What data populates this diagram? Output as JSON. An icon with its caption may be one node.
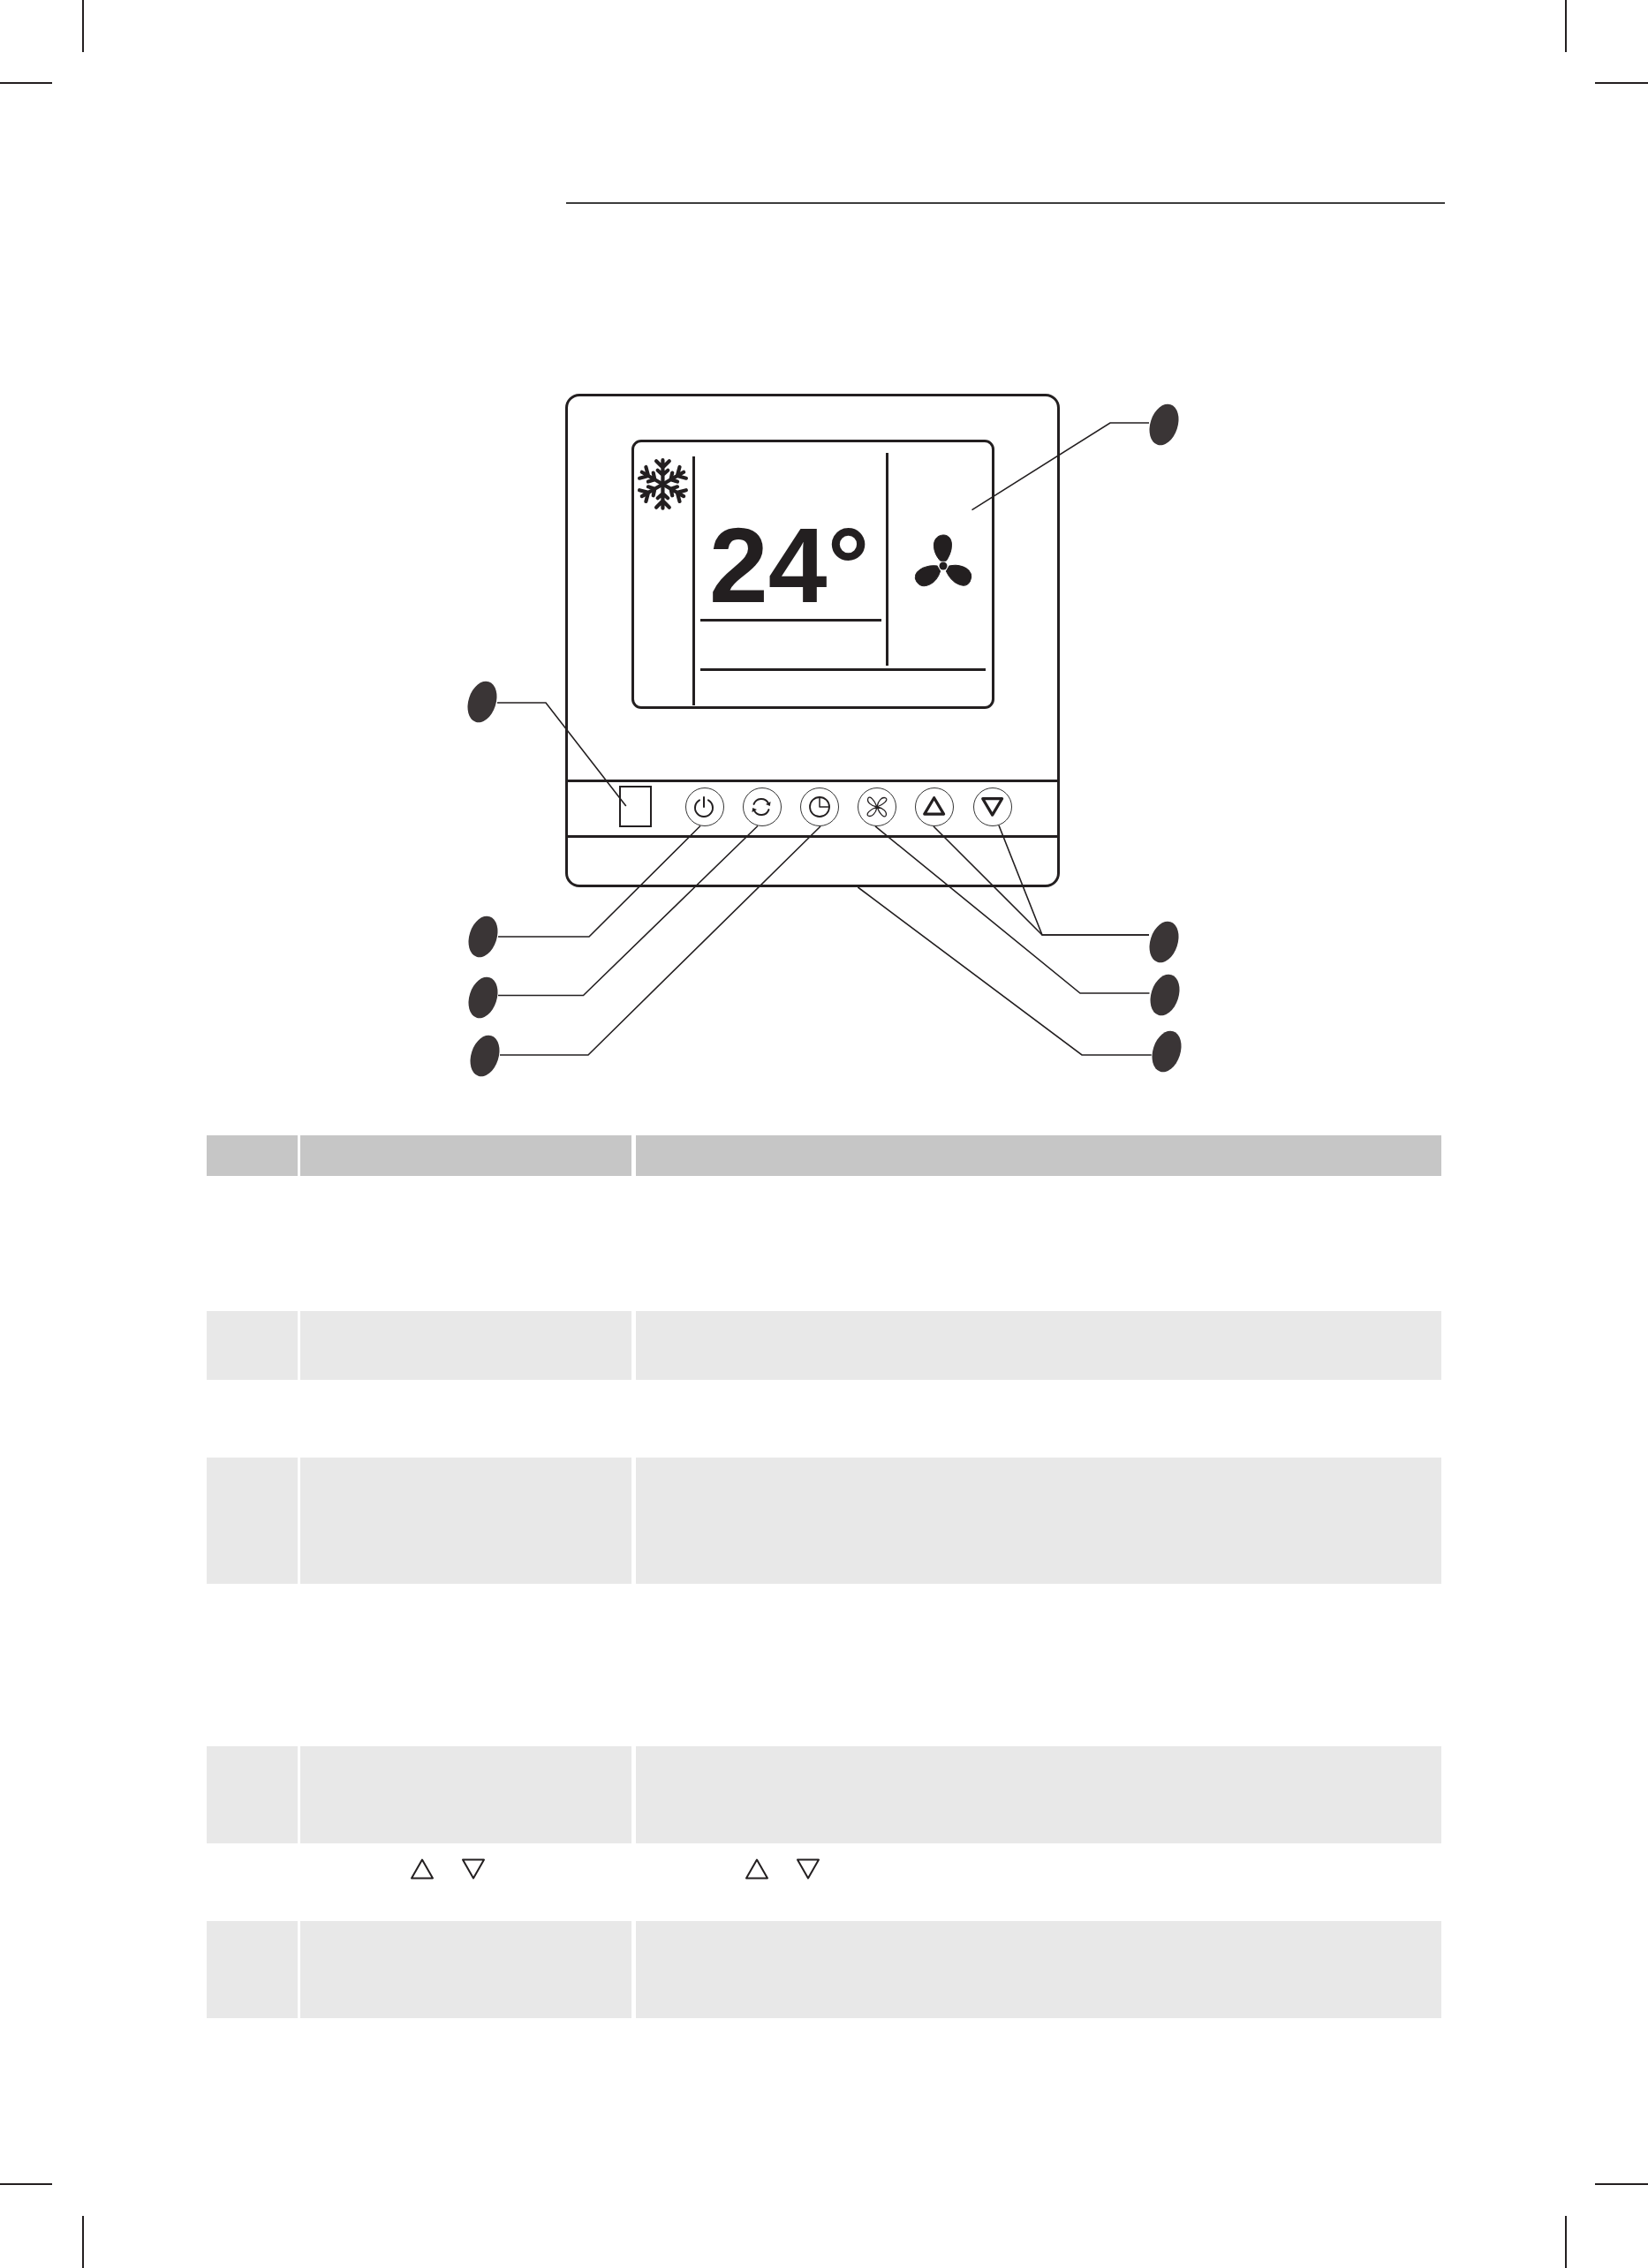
{
  "diagram": {
    "nodes": [
      {
        "text": [],
        "shape": "box"
      },
      {
        "text": [],
        "shape": "box",
        "in": 0
      },
      {
        "text": [],
        "shape": "box",
        "in": 0
      },
      {
        "text": [],
        "shape": "circle",
        "in": 0
      },
      {
        "text": [],
        "shape": "circle",
        "in": 0
      },
      {
        "text": [],
        "shape": "circle",
        "in": 0
      },
      {
        "text": [],
        "shape": "circle",
        "in": 0
      },
      {
        "text": [],
        "shape": "circle",
        "in": 0
      },
      {
        "text": [],
        "shape": "circle",
        "in": 0
      },
      {
        "text": [],
        "shape": "ellipse"
      },
      {
        "text": [],
        "shape": "ellipse"
      },
      {
        "text": [],
        "shape": "ellipse"
      },
      {
        "text": [],
        "shape": "ellipse"
      },
      {
        "text": [],
        "shape": "ellipse"
      },
      {
        "text": [],
        "shape": "ellipse"
      },
      {
        "text": [],
        "shape": "ellipse"
      },
      {
        "text": [],
        "shape": "ellipse"
      }
    ],
    "edges": [
      {
        "from": 9,
        "to": 1,
        "arrow": "none"
      },
      {
        "from": 10,
        "to": 2,
        "arrow": "none"
      },
      {
        "from": 11,
        "to": 3,
        "arrow": "none"
      },
      {
        "from": 12,
        "to": 7,
        "arrow": "none"
      },
      {
        "from": 12,
        "to": 8,
        "arrow": "none"
      },
      {
        "from": 13,
        "to": 4,
        "arrow": "none"
      },
      {
        "from": 14,
        "to": 6,
        "arrow": "none"
      },
      {
        "from": 15,
        "to": 5,
        "arrow": "none"
      },
      {
        "from": 16,
        "to": 0,
        "arrow": "none"
      }
    ],
    "labels": [
      "24°"
    ]
  }
}
